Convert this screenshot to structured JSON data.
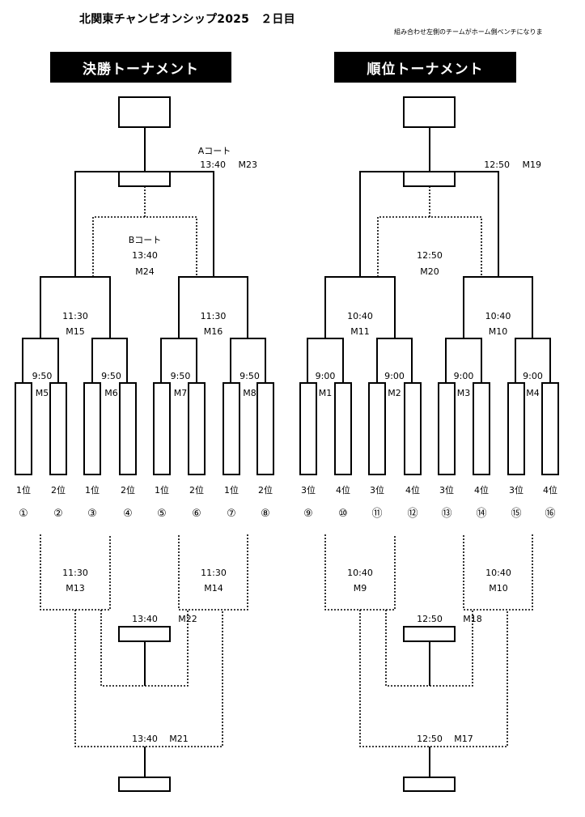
{
  "title": "北関東チャンピオンシップ2025　２日目",
  "note": "組み合わせ左側のチームがホーム側ベンチになりま",
  "left": {
    "banner": "決勝トーナメント",
    "court_a": "Aコート",
    "court_b": "Bコート",
    "final": {
      "time": "13:40",
      "id": "M23"
    },
    "top_inner": {
      "time": "13:40",
      "id": "M24"
    },
    "semi": [
      {
        "time": "11:30",
        "id": "M15"
      },
      {
        "time": "11:30",
        "id": "M16"
      }
    ],
    "first": [
      {
        "time": "9:50",
        "id": "M5"
      },
      {
        "time": "9:50",
        "id": "M6"
      },
      {
        "time": "9:50",
        "id": "M7"
      },
      {
        "time": "9:50",
        "id": "M8"
      }
    ],
    "ranks": [
      "1位",
      "2位",
      "1位",
      "2位",
      "1位",
      "2位",
      "1位",
      "2位"
    ],
    "seeds": [
      "①",
      "②",
      "③",
      "④",
      "⑤",
      "⑥",
      "⑦",
      "⑧"
    ],
    "bottom_semi": [
      {
        "time": "11:30",
        "id": "M13"
      },
      {
        "time": "11:30",
        "id": "M14"
      }
    ],
    "bottom_inner": {
      "time": "13:40",
      "id": "M22"
    },
    "bottom_outer": {
      "time": "13:40",
      "id": "M21"
    }
  },
  "right": {
    "banner": "順位トーナメント",
    "final": {
      "time": "12:50",
      "id": "M19"
    },
    "top_inner": {
      "time": "12:50",
      "id": "M20"
    },
    "semi": [
      {
        "time": "10:40",
        "id": "M11"
      },
      {
        "time": "10:40",
        "id": "M10"
      }
    ],
    "first": [
      {
        "time": "9:00",
        "id": "M1"
      },
      {
        "time": "9:00",
        "id": "M2"
      },
      {
        "time": "9:00",
        "id": "M3"
      },
      {
        "time": "9:00",
        "id": "M4"
      }
    ],
    "ranks": [
      "3位",
      "4位",
      "3位",
      "4位",
      "3位",
      "4位",
      "3位",
      "4位"
    ],
    "seeds": [
      "⑨",
      "⑩",
      "⑪",
      "⑫",
      "⑬",
      "⑭",
      "⑮",
      "⑯"
    ],
    "bottom_semi": [
      {
        "time": "10:40",
        "id": "M9"
      },
      {
        "time": "10:40",
        "id": "M10"
      }
    ],
    "bottom_inner": {
      "time": "12:50",
      "id": "M18"
    },
    "bottom_outer": {
      "time": "12:50",
      "id": "M17"
    }
  }
}
